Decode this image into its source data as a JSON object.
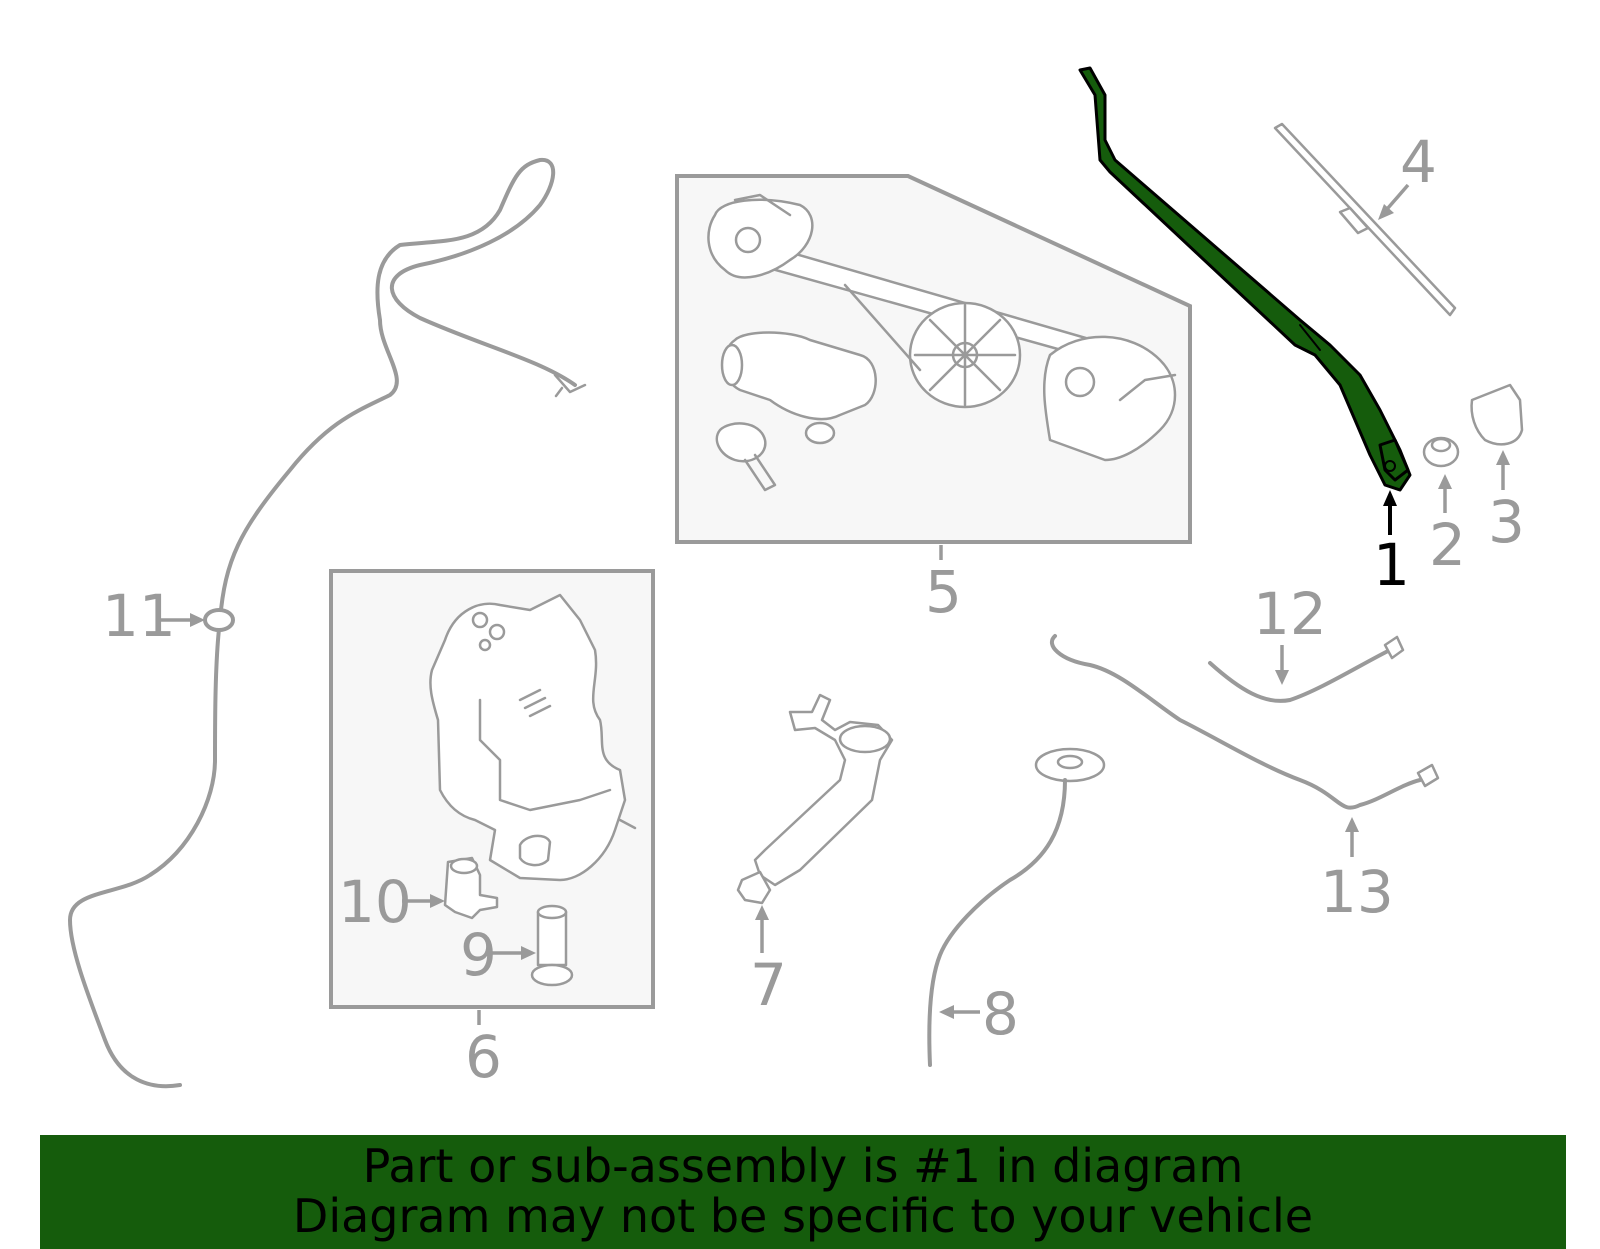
{
  "callouts": {
    "c1": "1",
    "c2": "2",
    "c3": "3",
    "c4": "4",
    "c5": "5",
    "c6": "6",
    "c7": "7",
    "c8": "8",
    "c9": "9",
    "c10": "10",
    "c11": "11",
    "c12": "12",
    "c13": "13"
  },
  "highlighted_part": "1",
  "colors": {
    "highlight": "#155c0c",
    "line": "#9a9a9a",
    "banner_bg": "#155c0c",
    "banner_text": "#000000"
  },
  "banner": {
    "line1": "Part or sub-assembly is #1 in diagram",
    "line2": "Diagram may not be specific to your vehicle"
  }
}
